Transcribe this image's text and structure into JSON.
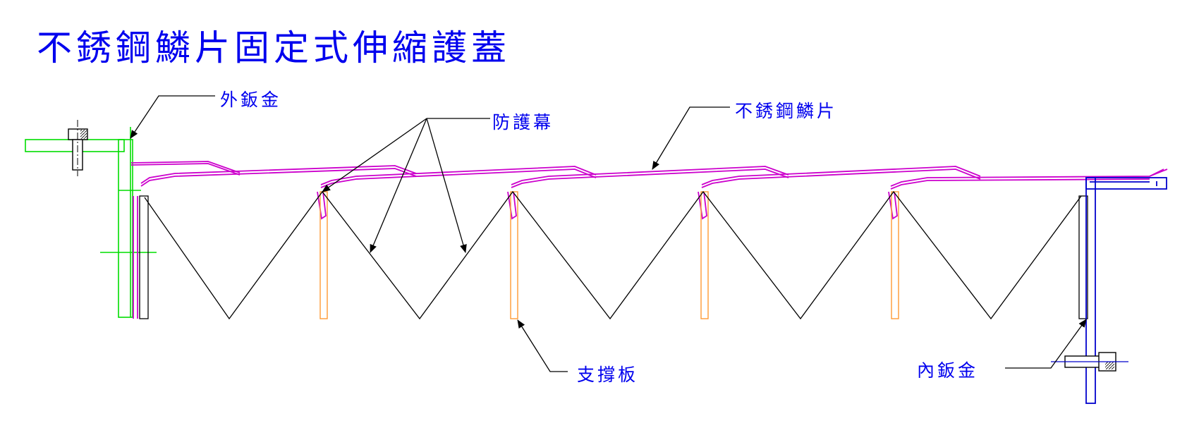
{
  "title": "不銹鋼鱗片固定式伸縮護蓋",
  "labels": {
    "outer_sheet": "外鈑金",
    "curtain": "防護幕",
    "scales": "不銹鋼鱗片",
    "support": "支撐板",
    "inner_sheet": "內鈑金"
  },
  "colors": {
    "text": "#0000ee",
    "outer_sheet": "#00dd00",
    "scales": "#cc00cc",
    "supports": "#ff9933",
    "inner_sheet": "#0000cc",
    "lines": "#000000"
  }
}
